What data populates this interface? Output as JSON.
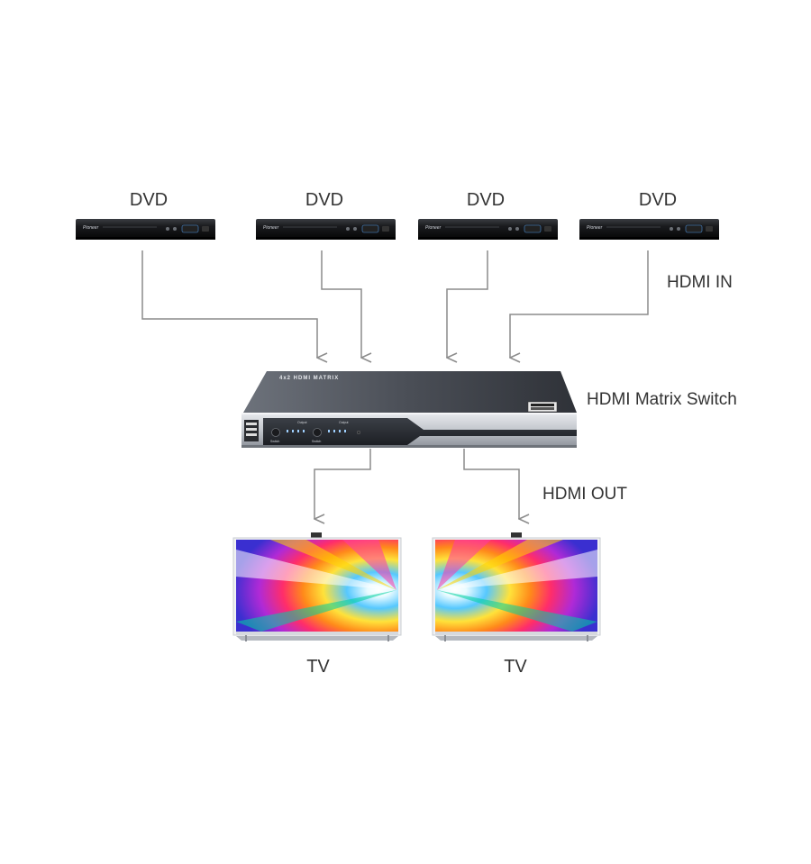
{
  "sources": [
    {
      "label": "DVD",
      "brand": "Pioneer"
    },
    {
      "label": "DVD",
      "brand": "Pioneer"
    },
    {
      "label": "DVD",
      "brand": "Pioneer"
    },
    {
      "label": "DVD",
      "brand": "Pioneer"
    }
  ],
  "labels": {
    "hdmi_in": "HDMI IN",
    "matrix_switch": "HDMI Matrix Switch",
    "hdmi_out": "HDMI OUT"
  },
  "device": {
    "model_text": "4x2 HDMI MATRIX",
    "front_panel": {
      "group1": "Output",
      "group2": "Output",
      "switch1": "Switch",
      "switch2": "Switch"
    }
  },
  "displays": [
    {
      "label": "TV"
    },
    {
      "label": "TV"
    }
  ],
  "colors": {
    "arrow": "#8c8c8c",
    "text": "#333333",
    "device_body": "#5a5e66",
    "device_front": "#c9ccd2"
  }
}
